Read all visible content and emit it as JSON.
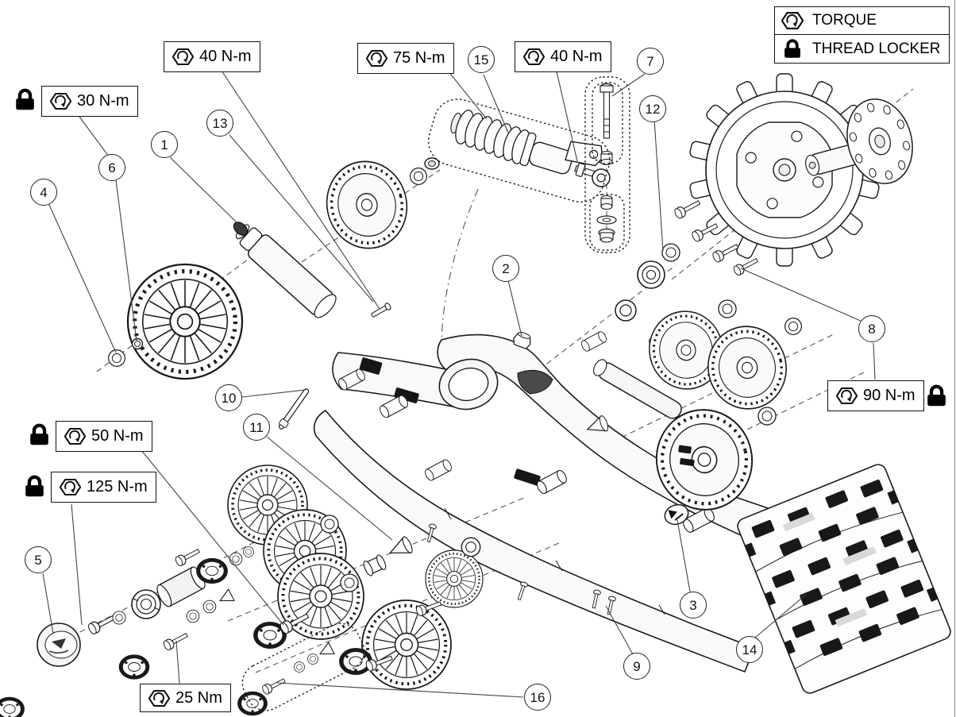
{
  "legend": {
    "items": [
      {
        "icon": "torque-hex-icon",
        "label": "TORQUE"
      },
      {
        "icon": "padlock-icon",
        "label": "THREAD LOCKER"
      }
    ]
  },
  "torque_labels": [
    {
      "id": "label-30nm",
      "text": "30 N-m",
      "thread_locker": true
    },
    {
      "id": "label-40nm-left",
      "text": "40 N-m",
      "thread_locker": false
    },
    {
      "id": "label-75nm",
      "text": "75 N-m",
      "thread_locker": false
    },
    {
      "id": "label-40nm-right",
      "text": "40 N-m",
      "thread_locker": false
    },
    {
      "id": "label-50nm",
      "text": "50 N-m",
      "thread_locker": true
    },
    {
      "id": "label-125nm",
      "text": "125 N-m",
      "thread_locker": true
    },
    {
      "id": "label-25nm",
      "text": "25 Nm",
      "thread_locker": false
    },
    {
      "id": "label-90nm",
      "text": "90 N-m",
      "thread_locker": true
    }
  ],
  "callouts": [
    {
      "label": "1"
    },
    {
      "label": "2"
    },
    {
      "label": "3"
    },
    {
      "label": "4"
    },
    {
      "label": "5"
    },
    {
      "label": "6"
    },
    {
      "label": "7"
    },
    {
      "label": "8"
    },
    {
      "label": "9"
    },
    {
      "label": "10"
    },
    {
      "label": "11"
    },
    {
      "label": "12"
    },
    {
      "label": "13"
    },
    {
      "label": "14"
    },
    {
      "label": "15"
    },
    {
      "label": "16"
    }
  ]
}
